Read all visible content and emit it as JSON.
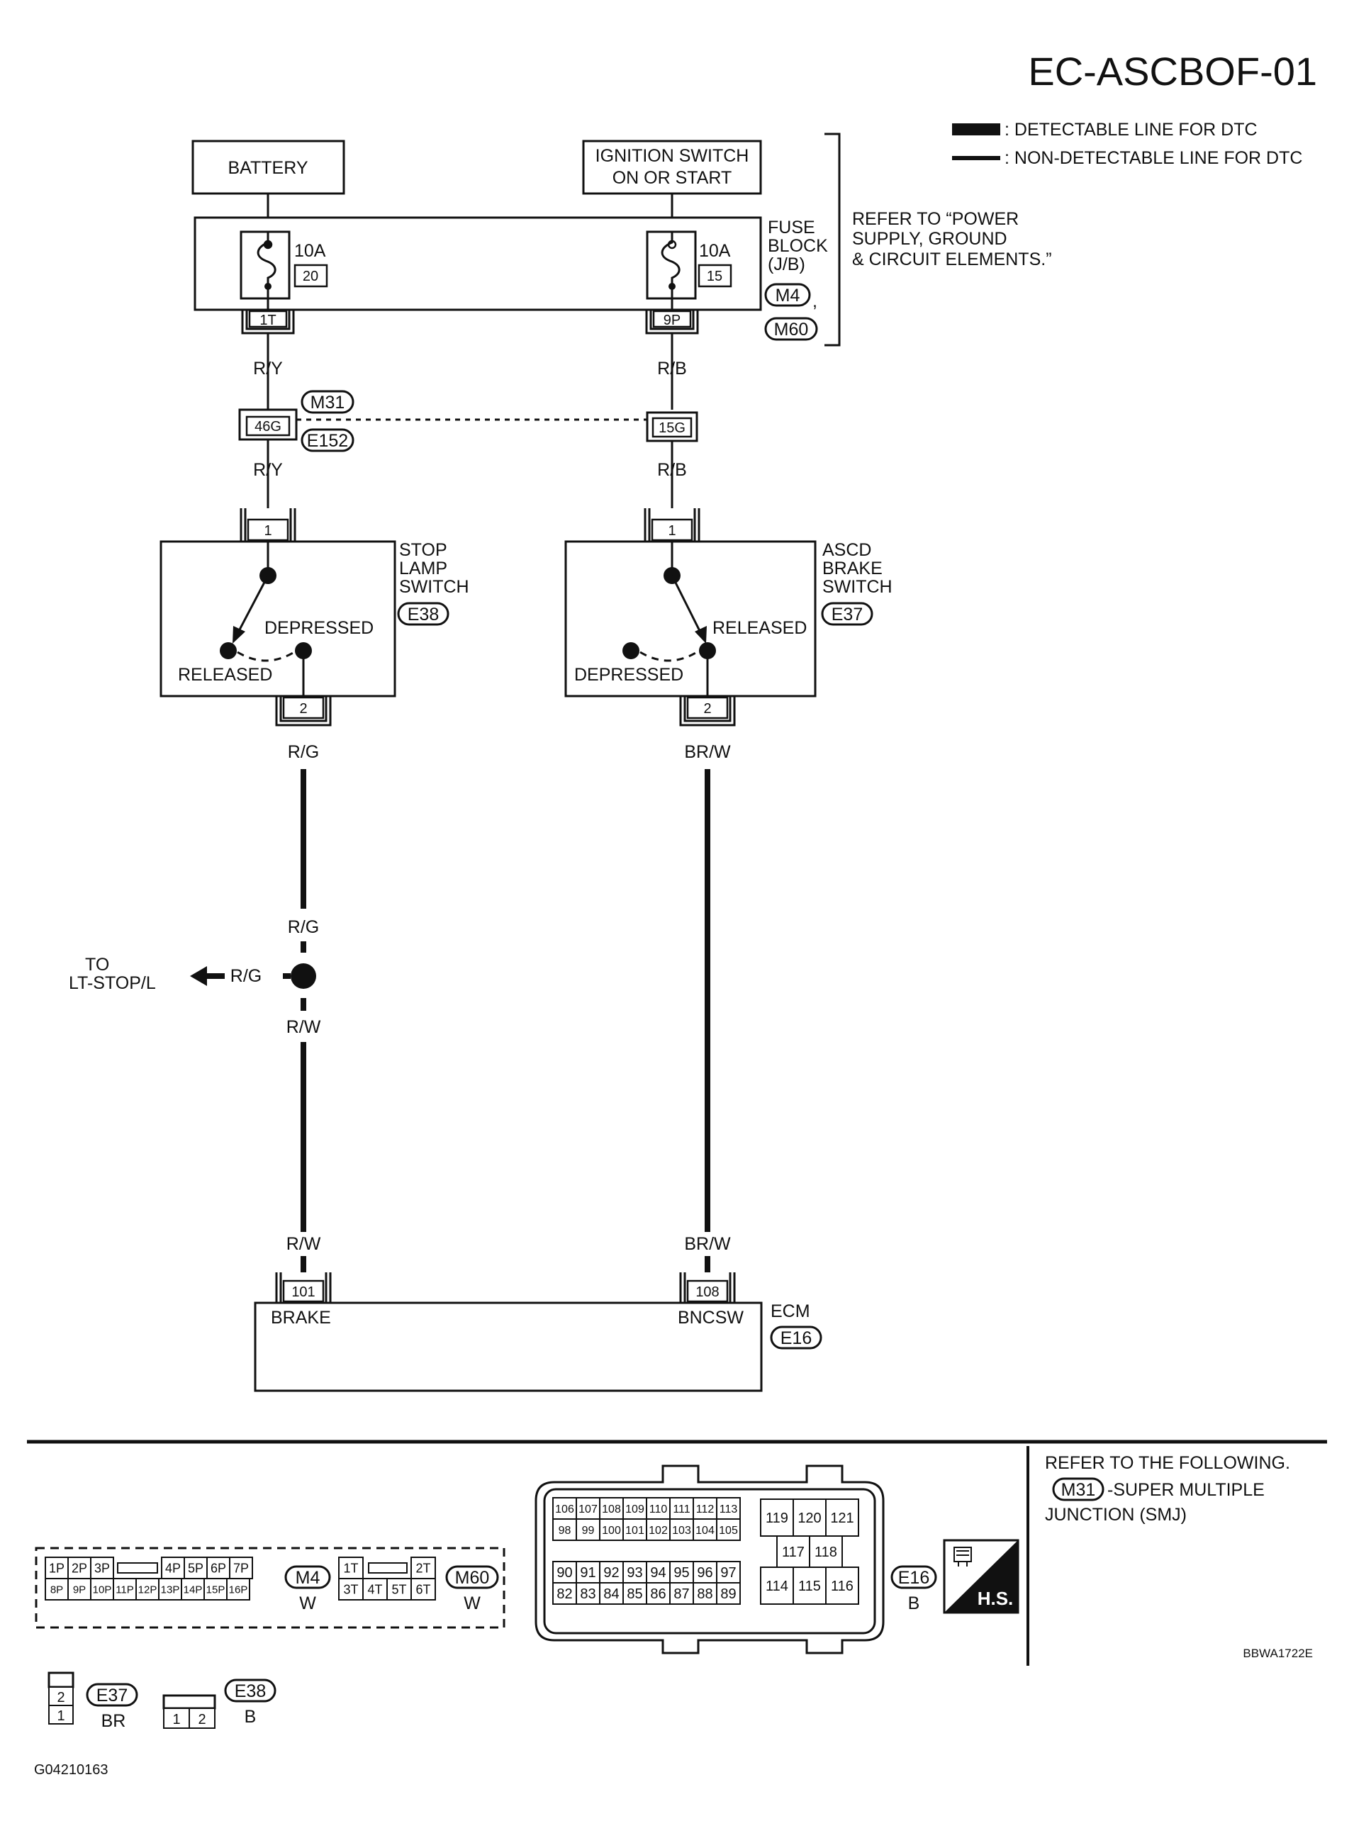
{
  "header": {
    "code": "EC-ASCBOF-01",
    "legend_detectable": ": DETECTABLE LINE FOR DTC",
    "legend_non_detectable": ": NON-DETECTABLE LINE FOR DTC"
  },
  "supply": {
    "battery": "BATTERY",
    "ignition_line1": "IGNITION SWITCH",
    "ignition_line2": "ON OR START",
    "fuse_left_rating": "10A",
    "fuse_left_number": "20",
    "fuse_right_rating": "10A",
    "fuse_right_number": "15",
    "fuse_block_line1": "FUSE",
    "fuse_block_line2": "BLOCK",
    "fuse_block_line3": "(J/B)",
    "fuse_block_conn1": "M4",
    "fuse_block_conn2": "M60",
    "comma": ",",
    "refer_line1": "REFER TO “POWER",
    "refer_line2": "SUPPLY, GROUND",
    "refer_line3": "& CIRCUIT ELEMENTS.”",
    "pin_left": "1T",
    "pin_right": "9P"
  },
  "wires": {
    "left_top": "R/Y",
    "left_mid": "R/Y",
    "right_top": "R/B",
    "right_mid": "R/B",
    "left_switch_out": "R/G",
    "left_junction_in": "R/G",
    "junction_branch": "R/G",
    "left_junction_out": "R/W",
    "left_ecm_in": "R/W",
    "right_switch_out": "BR/W",
    "right_ecm_in": "BR/W"
  },
  "joint": {
    "pin_left": "46G",
    "pin_right": "15G",
    "conn_top": "M31",
    "conn_bottom": "E152"
  },
  "stop_lamp": {
    "line1": "STOP",
    "line2": "LAMP",
    "line3": "SWITCH",
    "conn": "E38",
    "pin_in": "1",
    "pin_out": "2",
    "depressed": "DEPRESSED",
    "released": "RELEASED"
  },
  "ascd": {
    "line1": "ASCD",
    "line2": "BRAKE",
    "line3": "SWITCH",
    "conn": "E37",
    "pin_in": "1",
    "pin_out": "2",
    "depressed": "DEPRESSED",
    "released": "RELEASED"
  },
  "branch": {
    "to_line1": "TO",
    "to_line2": "LT-STOP/L"
  },
  "ecm": {
    "label": "ECM",
    "conn": "E16",
    "pin_brake": "101",
    "pin_bncsw": "108",
    "brake": "BRAKE",
    "bncsw": "BNCSW"
  },
  "connectors": {
    "m4_pins_row1": [
      "1P",
      "2P",
      "3P",
      "",
      "4P",
      "5P",
      "6P",
      "7P"
    ],
    "m4_pins_row2": [
      "8P",
      "9P",
      "10P",
      "11P",
      "12P",
      "13P",
      "14P",
      "15P",
      "16P"
    ],
    "m4_id": "M4",
    "m4_color": "W",
    "m60_pins_row1": [
      "1T",
      "",
      "2T"
    ],
    "m60_pins_row2": [
      "3T",
      "4T",
      "5T",
      "6T"
    ],
    "m60_id": "M60",
    "m60_color": "W",
    "e16_row1": [
      "106",
      "107",
      "108",
      "109",
      "110",
      "111",
      "112",
      "113"
    ],
    "e16_row2": [
      "98",
      "99",
      "100",
      "101",
      "102",
      "103",
      "104",
      "105"
    ],
    "e16_row3": [
      "90",
      "91",
      "92",
      "93",
      "94",
      "95",
      "96",
      "97"
    ],
    "e16_row4": [
      "82",
      "83",
      "84",
      "85",
      "86",
      "87",
      "88",
      "89"
    ],
    "e16_right_row1": [
      "119",
      "120",
      "121"
    ],
    "e16_right_row2": [
      "117",
      "118"
    ],
    "e16_right_row3": [
      "114",
      "115",
      "116"
    ],
    "e16_id": "E16",
    "e16_color": "B",
    "hs_label": "H.S.",
    "e37_pins": [
      "2",
      "1"
    ],
    "e37_id": "E37",
    "e37_color": "BR",
    "e38_pins": [
      "1",
      "2"
    ],
    "e38_id": "E38",
    "e38_color": "B"
  },
  "notes": {
    "refer_following": "REFER TO THE FOLLOWING.",
    "smj_conn": "M31",
    "smj_text": "-SUPER MULTIPLE",
    "smj_text2": "JUNCTION (SMJ)",
    "figure_code": "BBWA1722E",
    "doc_code": "G04210163"
  }
}
